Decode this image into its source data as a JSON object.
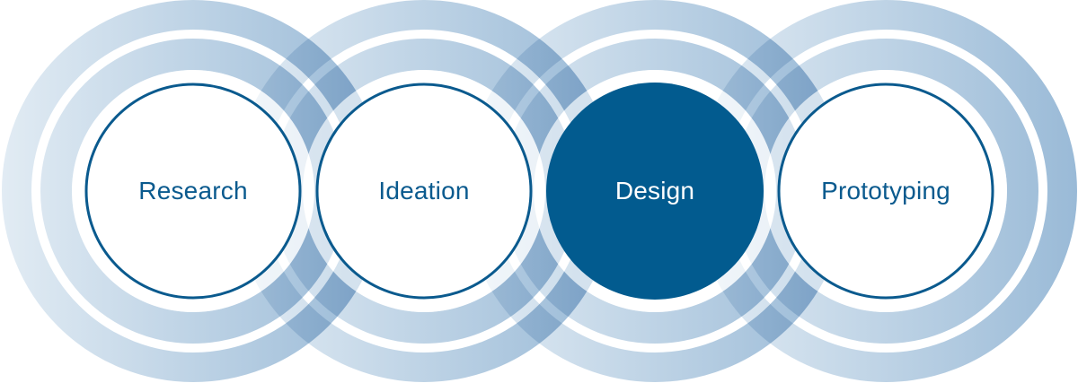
{
  "diagram": {
    "type": "process-rings",
    "colors": {
      "ring_light": "#dce8f2",
      "ring_dark": "#8db2d2",
      "circle_border": "#0a5a8e",
      "active_fill": "#025b8f",
      "label_text": "#0a5a8e",
      "active_label_text": "#ffffff"
    },
    "stages": [
      {
        "label": "Research",
        "active": false
      },
      {
        "label": "Ideation",
        "active": false
      },
      {
        "label": "Design",
        "active": true
      },
      {
        "label": "Prototyping",
        "active": false
      }
    ]
  }
}
